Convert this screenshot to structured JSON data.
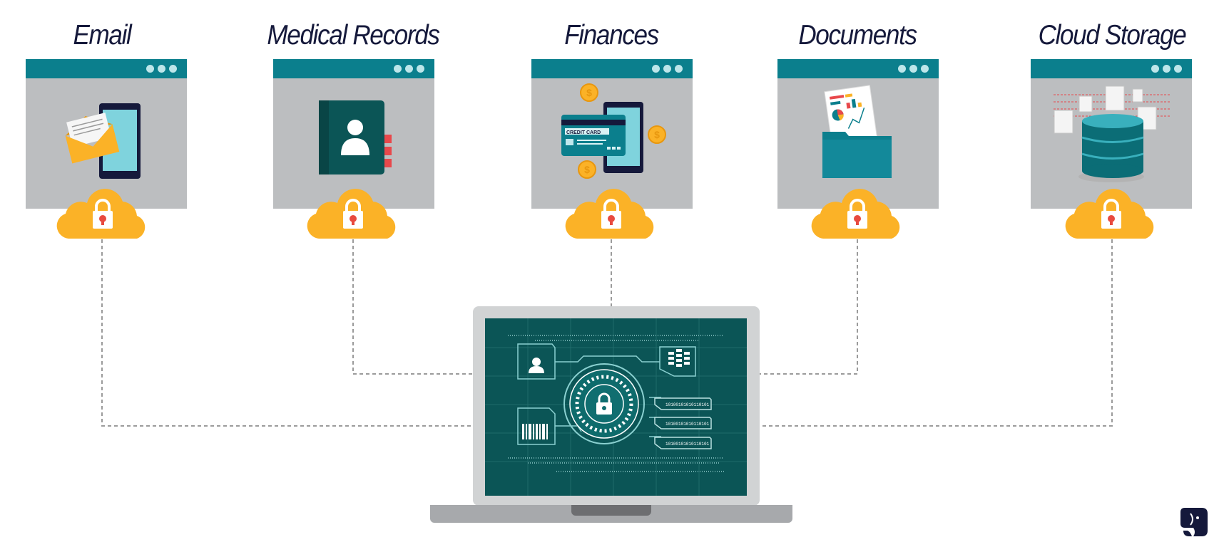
{
  "diagram": {
    "categories": [
      {
        "id": "email",
        "label": "Email",
        "icon": "email-phone-icon"
      },
      {
        "id": "medical",
        "label": "Medical Records",
        "icon": "medical-record-book-icon"
      },
      {
        "id": "finances",
        "label": "Finances",
        "icon": "credit-card-phone-icon"
      },
      {
        "id": "documents",
        "label": "Documents",
        "icon": "document-folder-icon"
      },
      {
        "id": "cloud",
        "label": "Cloud Storage",
        "icon": "database-icon"
      }
    ],
    "lock_icon": "cloud-lock-icon",
    "center": {
      "icon": "laptop-security-icon"
    },
    "credit_card_text": "CREDIT CARD",
    "binary_text": "10100101010110101",
    "brand_icon": "elephant-logo-icon",
    "colors": {
      "title": "#15193b",
      "window_bar": "#0b7f8d",
      "window_body": "#bcbec0",
      "cloud": "#fbb227",
      "lock": "#ffffff",
      "keyhole": "#e84a3f",
      "screen": "#0b5556",
      "connector": "#999999"
    }
  }
}
